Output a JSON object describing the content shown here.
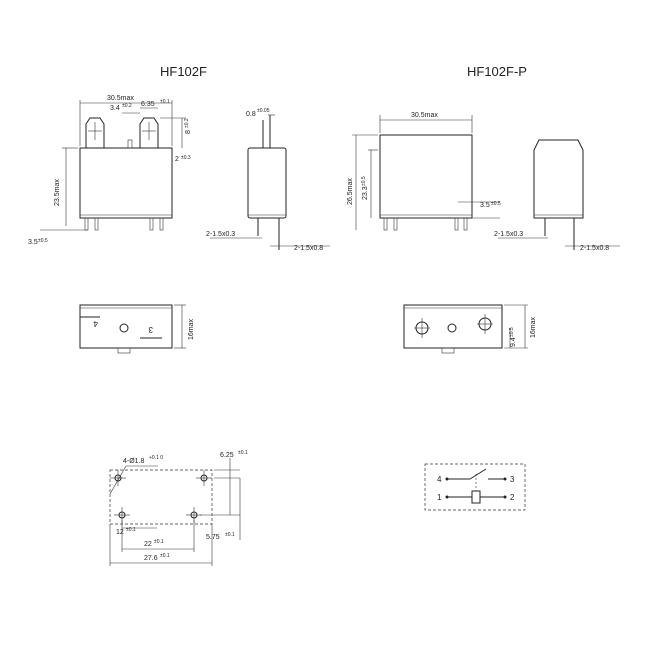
{
  "titles": {
    "left": "HF102F",
    "right": "HF102F-P"
  },
  "dims": {
    "hf102f_width": "30.5max",
    "tab_gap": "3.4",
    "tab_gap_tol": "±0.2",
    "tab_width": "6.35",
    "tab_width_tol": "±0.1",
    "tab_height": "8",
    "tab_height_tol": "±0.2",
    "tab_offset": "2",
    "tab_offset_tol": "±0.3",
    "body_height": "23.5max",
    "pin_len": "3.5",
    "pin_len_tol": "±0.5",
    "pin_thick": "0.8",
    "pin_thick_tol": "±0.05",
    "side_pin_a": "2-1.5x0.3",
    "side_pin_b": "2-1.5x0.8",
    "p_width": "30.5max",
    "p_height": "26.5max",
    "p_body": "23.3",
    "p_body_tol": "±0.5",
    "p_pin_len": "3.5",
    "p_pin_len_tol": "±0.5",
    "p_side_pin_a": "2-1.5x0.3",
    "p_side_pin_b": "2-1.5x0.8",
    "top_depth": "16max",
    "p_top_depth": "16max",
    "p_hole_off": "9.4",
    "p_hole_off_tol": "±0.5",
    "holes": "4-Ø1.8",
    "holes_tol": "+0.1 0",
    "pcb_y": "6.25",
    "pcb_y_tol": "±0.1",
    "pcb_x1": "12",
    "pcb_x1_tol": "±0.1",
    "pcb_x2": "22",
    "pcb_x2_tol": "±0.1",
    "pcb_x3": "27.6",
    "pcb_x3_tol": "±0.1",
    "pcb_y2": "5.75",
    "pcb_y2_tol": "±0.1"
  },
  "labels": {
    "mark_4": "4",
    "mark_3": "3"
  },
  "schematic": {
    "pin1": "1",
    "pin2": "2",
    "pin3": "3",
    "pin4": "4"
  }
}
